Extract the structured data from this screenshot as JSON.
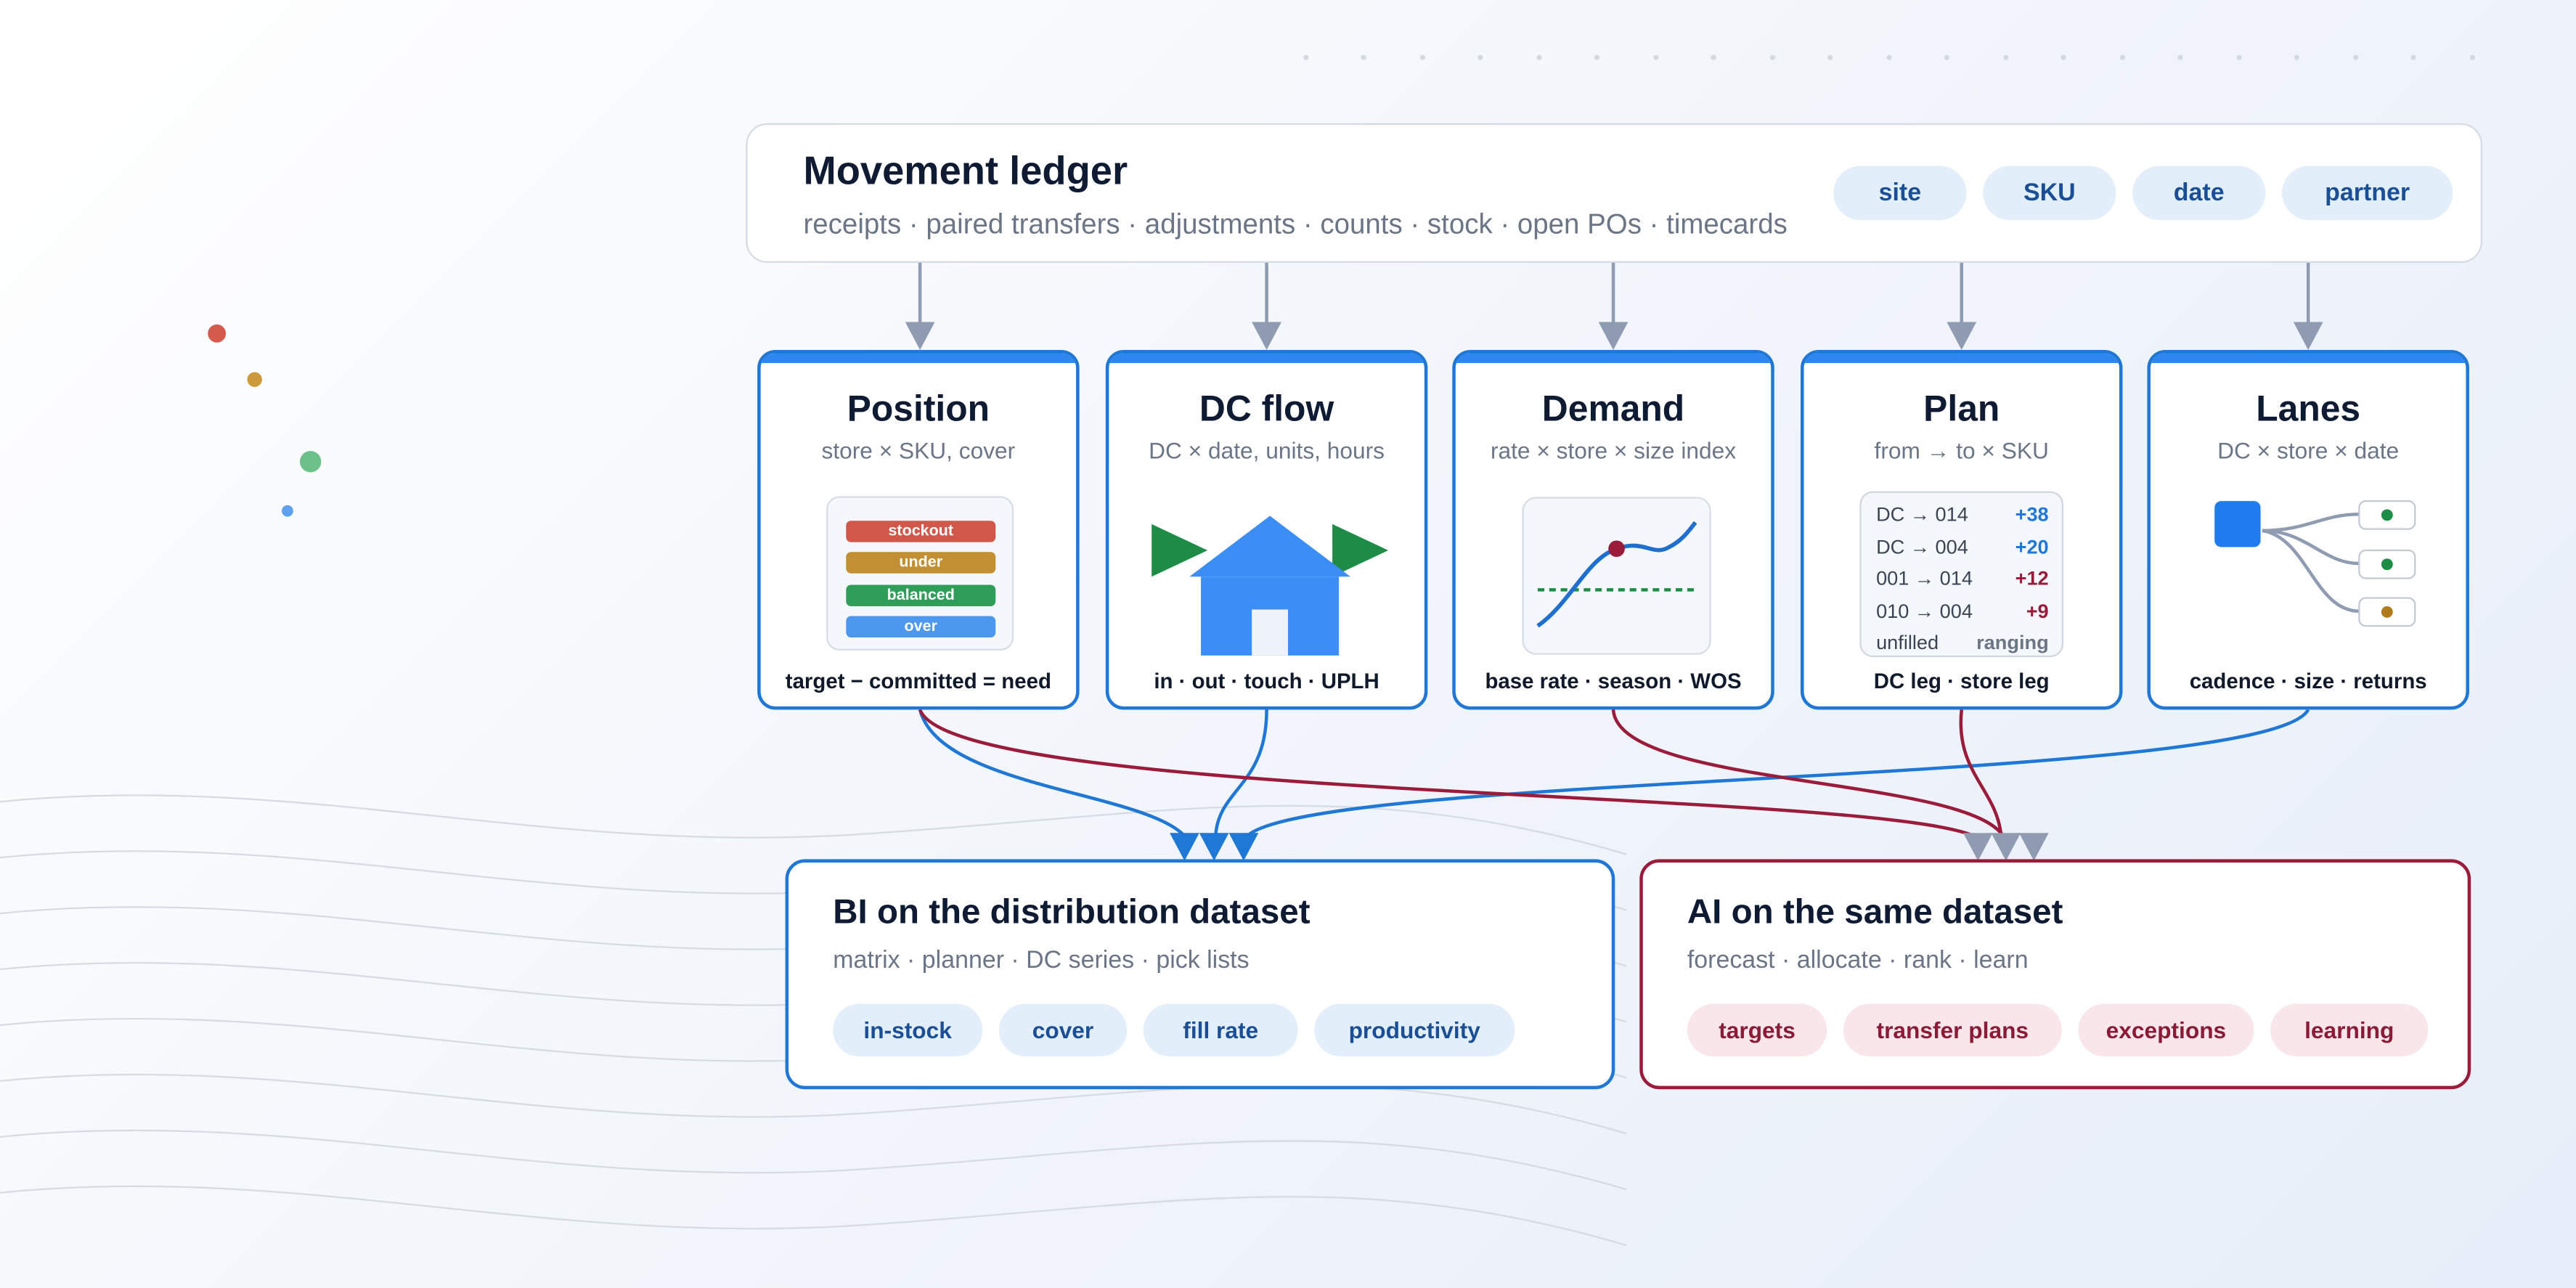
{
  "ledger": {
    "title": "Movement ledger",
    "subtitle": "receipts · paired transfers · adjustments · counts · stock · open POs · timecards",
    "keys": [
      "site",
      "SKU",
      "date",
      "partner"
    ]
  },
  "cards": [
    {
      "title": "Position",
      "subtitle": "store × SKU, cover",
      "footer": "target − committed = need",
      "levels": [
        "stockout",
        "under",
        "balanced",
        "over"
      ]
    },
    {
      "title": "DC flow",
      "subtitle": "DC × date, units, hours",
      "footer": "in · out · touch · UPLH"
    },
    {
      "title": "Demand",
      "subtitle": "rate × store × size index",
      "footer": "base rate · season · WOS"
    },
    {
      "title": "Plan",
      "subtitle": "from → to × SKU",
      "footer": "DC leg · store leg",
      "rows": [
        {
          "route": "DC → 014",
          "qty": "+38"
        },
        {
          "route": "DC → 004",
          "qty": "+20"
        },
        {
          "route": "001 → 014",
          "qty": "+12"
        },
        {
          "route": "010 → 004",
          "qty": "+9"
        },
        {
          "route": "unfilled",
          "qty": "ranging"
        }
      ]
    },
    {
      "title": "Lanes",
      "subtitle": "DC × store × date",
      "footer": "cadence · size · returns"
    }
  ],
  "bi": {
    "title": "BI on the distribution dataset",
    "subtitle": "matrix · planner · DC series · pick lists",
    "chips": [
      "in-stock",
      "cover",
      "fill rate",
      "productivity"
    ]
  },
  "ai": {
    "title": "AI on the same dataset",
    "subtitle": "forecast · allocate · rank · learn",
    "chips": [
      "targets",
      "transfer plans",
      "exceptions",
      "learning"
    ]
  },
  "colors": {
    "blue": "#1f77d6",
    "crimson": "#9b1b3b",
    "slate": "#8e9bb0",
    "stockout": "#d0574a",
    "under": "#c28f33",
    "balanced": "#2f9e5b",
    "over": "#4b98ee"
  }
}
